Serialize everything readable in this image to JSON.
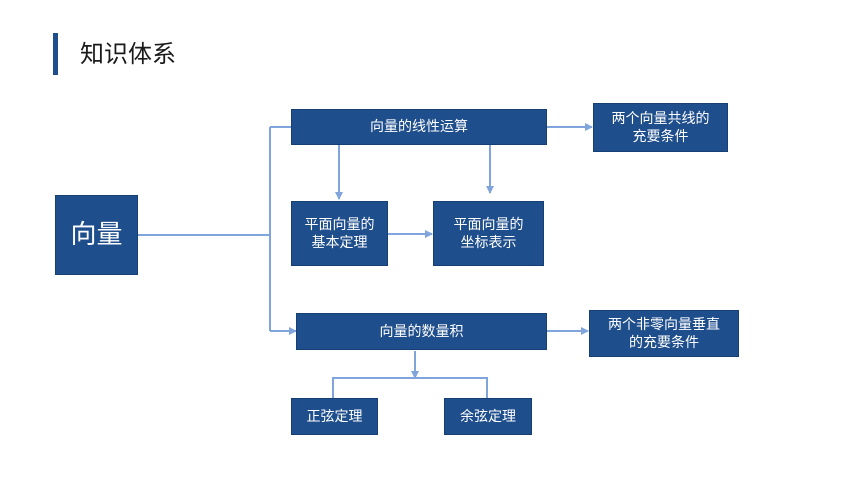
{
  "header": {
    "title": "知识体系"
  },
  "colors": {
    "accent": "#1f4e8c",
    "line": "#7fa5dc"
  },
  "diagram": {
    "root": "向量",
    "linear_ops": "向量的线性运算",
    "collinear_condition": [
      "两个向量共线的",
      "充要条件"
    ],
    "basic_theorem": [
      "平面向量的",
      "基本定理"
    ],
    "coordinate_repr": [
      "平面向量的",
      "坐标表示"
    ],
    "dot_product": "向量的数量积",
    "perpendicular_condition": [
      "两个非零向量垂直",
      "的充要条件"
    ],
    "sine_law": "正弦定理",
    "cosine_law": "余弦定理"
  }
}
